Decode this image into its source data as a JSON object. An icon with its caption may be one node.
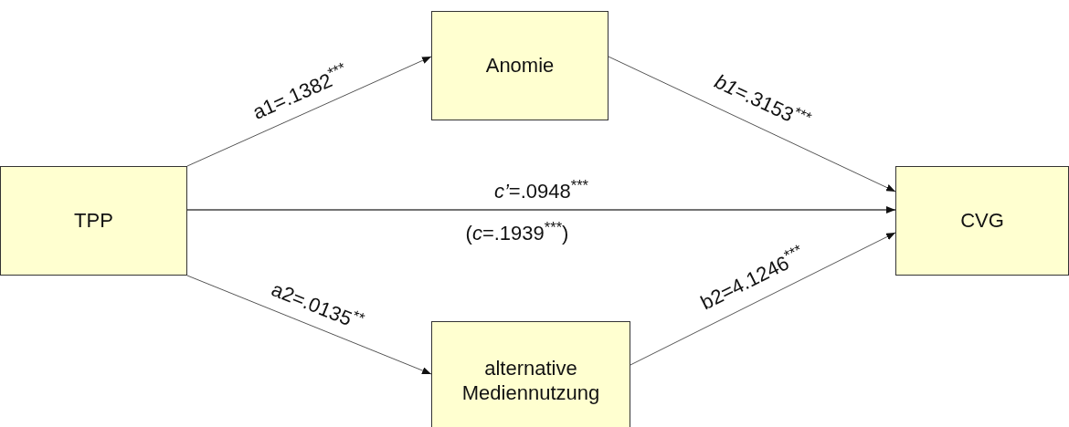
{
  "diagram": {
    "nodes": [
      {
        "text": [
          "TPP"
        ]
      },
      {
        "text": [
          "Anomie"
        ]
      },
      {
        "text": [
          "CVG"
        ]
      },
      {
        "text": [
          "alternative Mediennutzung"
        ]
      }
    ],
    "edges": [
      {
        "from": 0,
        "to": 1,
        "arrow": "to",
        "label": "a1=.1382$^{***}$"
      },
      {
        "from": 1,
        "to": 2,
        "arrow": "to",
        "label": "*b1*=.3153$^{***}$"
      },
      {
        "from": 0,
        "to": 2,
        "arrow": "to",
        "label": "*c’*=.0948$^{***}$"
      },
      {
        "from": 0,
        "to": 3,
        "arrow": "to",
        "label": "a2=.0135$^{**}$"
      },
      {
        "from": 3,
        "to": 2,
        "arrow": "to",
        "label": "b2=4.1246$^{***}$"
      }
    ],
    "labels": [
      "(*c*=.1939$^{***}$)"
    ]
  }
}
